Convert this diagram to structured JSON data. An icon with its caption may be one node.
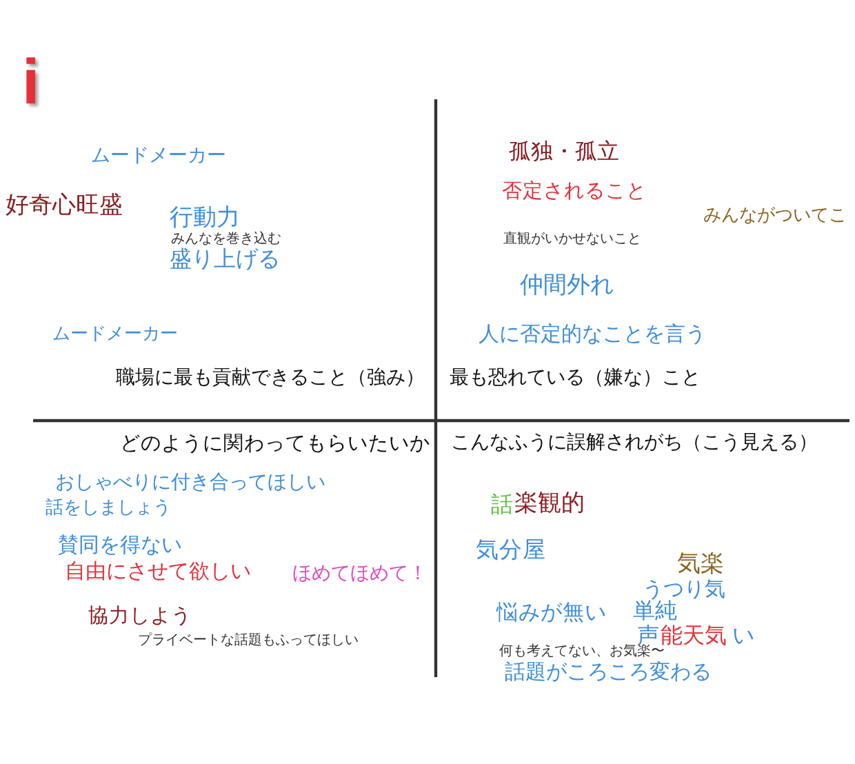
{
  "diagram": {
    "labels": [
      "i",
      "ムードメーカー",
      "好奇心旺盛",
      "行動力",
      "みんなを巻き込む",
      "盛り上げる",
      "ムードメーカー",
      "職場に最も貢献できること（強み）",
      "孤独・孤立",
      "否定されること",
      "みんながついてこ",
      "直観がいかせないこと",
      "仲間外れ",
      "人に否定的なことを言う",
      "最も恐れている（嫌な）こと",
      "どのように関わってもらいたいか",
      "おしゃべりに付き合ってほしい",
      "話をしましょう",
      "賛同を得ない",
      "自由にさせて欲しい",
      "ほめてほめて！",
      "協力しよう",
      "プライベートな話題もふってほしい",
      "こんなふうに誤解されがち（こう見える）",
      "話",
      "楽観的",
      "気分屋",
      "気楽",
      "うつり気",
      "悩みが無い",
      "単純",
      "声",
      "能天気",
      "い",
      "何も考えてない、お気楽〜",
      "話題がころころ変わる"
    ]
  }
}
